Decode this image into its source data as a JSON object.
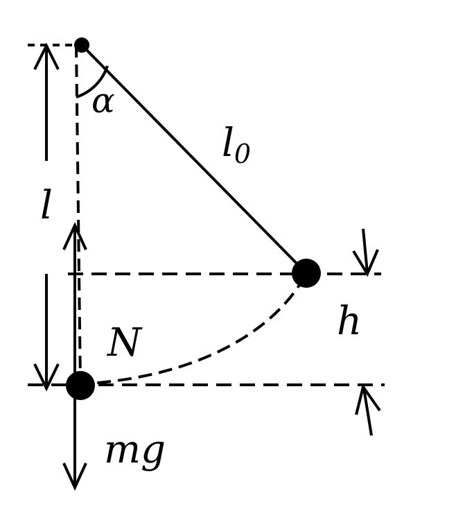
{
  "labels": {
    "angle": "α",
    "string_length_letter": "l",
    "string_length_sub": "0",
    "vertical_length": "l",
    "height": "h",
    "normal_force": "N",
    "weight": "mg"
  },
  "colors": {
    "stroke": "#000000",
    "background": "#ffffff"
  }
}
